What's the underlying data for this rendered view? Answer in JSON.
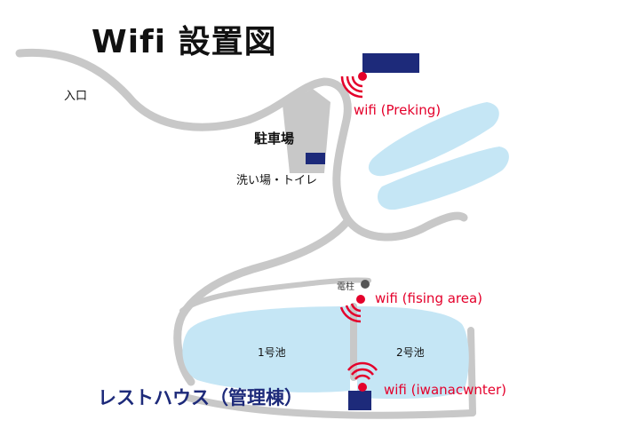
{
  "title": "Wifi 設置図",
  "labels": {
    "entrance": "入口",
    "parking": "駐車場",
    "washroom": "洗い場・トイレ",
    "pole": "電柱",
    "pond1": "1号池",
    "pond2": "2号池",
    "resthouse": "レストハウス（管理棟）"
  },
  "wifi_points": [
    {
      "label": "wifi (Preking)"
    },
    {
      "label": "wifi (fising area)"
    },
    {
      "label": "wifi (iwanacwnter)"
    }
  ],
  "colors": {
    "road": "#c8c8c8",
    "water": "#c5e6f5",
    "building": "#1d2a7a",
    "wifi": "#e4002b",
    "pole": "#555555"
  },
  "icons": {
    "wifi": "wifi-signal-icon",
    "pole": "utility-pole-dot-icon"
  }
}
